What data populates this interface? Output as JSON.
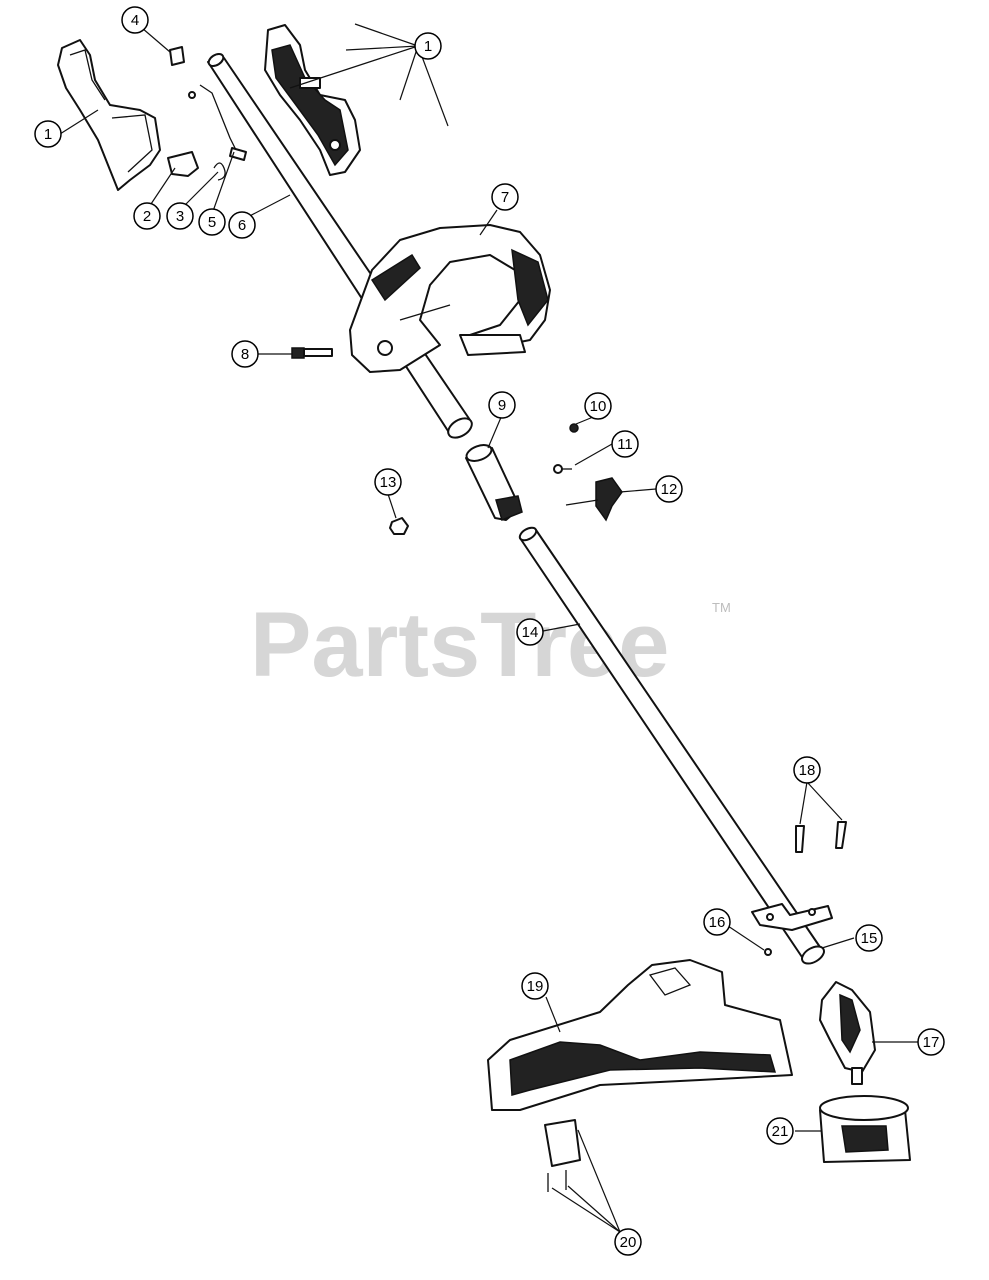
{
  "watermark": {
    "brand": "PartsTree",
    "trademark": "TM"
  },
  "callouts": [
    "1",
    "1",
    "2",
    "3",
    "4",
    "5",
    "6",
    "7",
    "8",
    "9",
    "10",
    "11",
    "12",
    "13",
    "14",
    "15",
    "16",
    "17",
    "18",
    "19",
    "20",
    "21"
  ]
}
